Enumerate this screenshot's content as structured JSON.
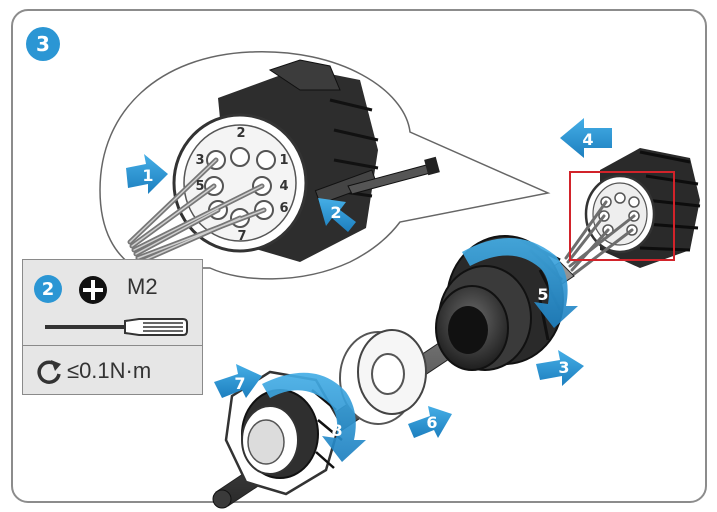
{
  "step_badge": "3",
  "callouts": {
    "arrow_1": "1",
    "arrow_2": "2",
    "arrow_3": "3",
    "arrow_4": "4",
    "arrow_5": "5",
    "arrow_6": "6",
    "arrow_7": "7",
    "arrow_8": "8"
  },
  "pin_labels": {
    "pin_1": "1",
    "pin_2": "2",
    "pin_3": "3",
    "pin_4": "4",
    "pin_5": "5",
    "pin_6": "6",
    "pin_7": "7"
  },
  "spec_panel": {
    "step_badge": "2",
    "screw_size": "M2",
    "torque": "≤0.1N·m"
  },
  "colors": {
    "badge_blue": "#2b96d4",
    "highlight_red": "#d2232a",
    "outline": "#555555"
  }
}
